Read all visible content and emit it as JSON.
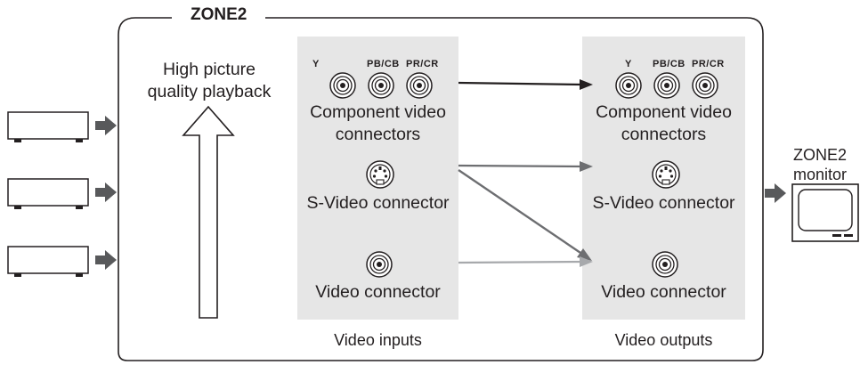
{
  "zone_title": "ZONE2",
  "quality_label": [
    "High picture",
    "quality playback"
  ],
  "inputs": {
    "component_pins": [
      "Y",
      "PB/CB",
      "PR/CR"
    ],
    "component_label": [
      "Component video",
      "connectors"
    ],
    "svideo_label": "S-Video connector",
    "video_label": "Video connector",
    "footer": "Video inputs"
  },
  "outputs": {
    "component_pins": [
      "Y",
      "PB/CB",
      "PR/CR"
    ],
    "component_label": [
      "Component video",
      "connectors"
    ],
    "svideo_label": "S-Video connector",
    "video_label": "Video connector",
    "footer": "Video outputs"
  },
  "monitor_label": [
    "ZONE2",
    "monitor"
  ],
  "colors": {
    "panel": "#e6e6e6",
    "line": "#231f20",
    "arrow_component": "#231f20",
    "arrow_svideo": "#6d6e71",
    "arrow_video": "#a7a9ac",
    "source_arrow": "#58595b"
  }
}
